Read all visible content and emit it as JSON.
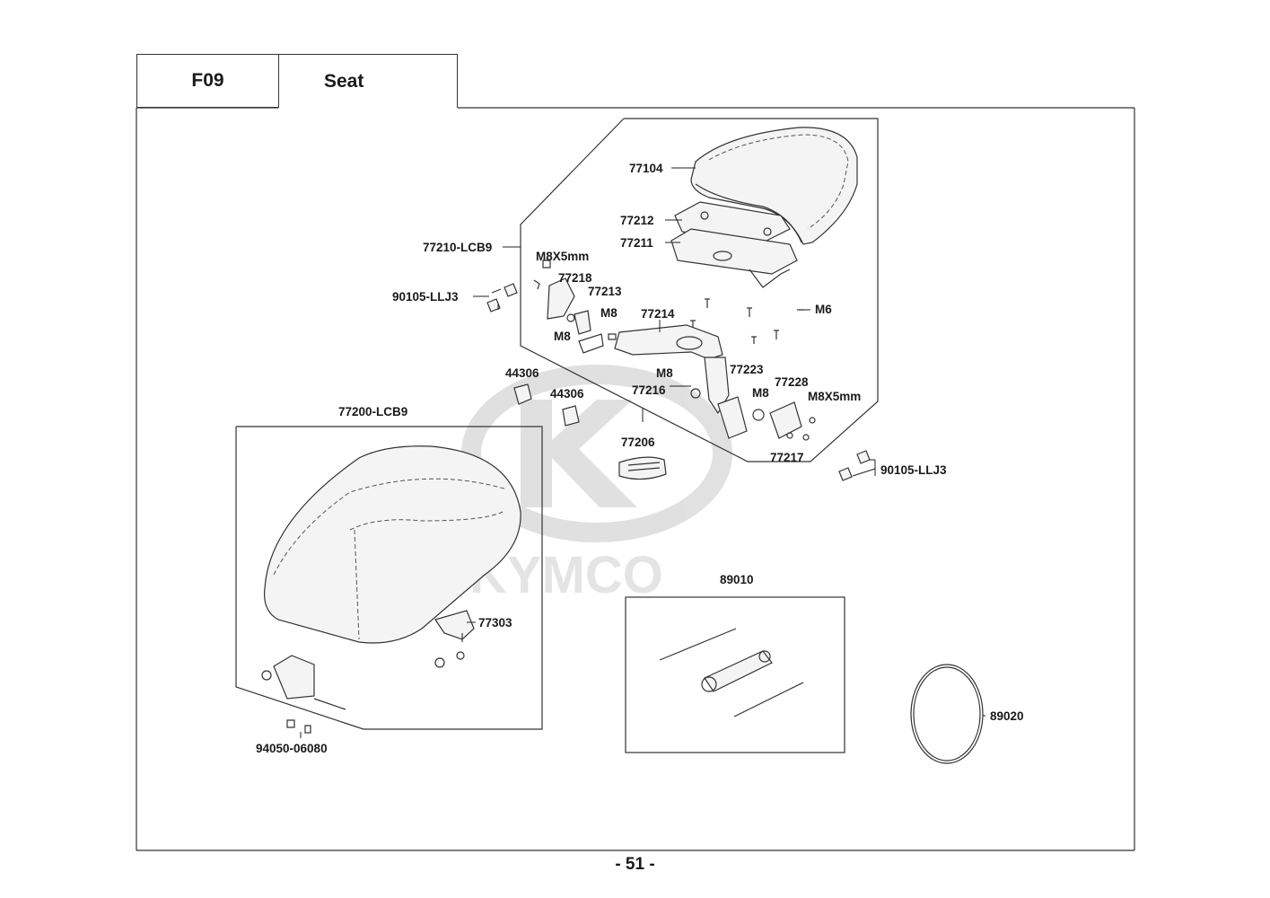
{
  "header": {
    "section_code": "F09",
    "section_title": "Seat"
  },
  "watermark": {
    "brand": "KYMCO"
  },
  "parts": {
    "p77104": "77104",
    "p77212": "77212",
    "p77211": "77211",
    "p77210": "77210-LCB9",
    "m8x5_top": "M8X5mm",
    "p77218": "77218",
    "p90105_left": "90105-LLJ3",
    "p77213": "77213",
    "m8_a": "M8",
    "m8_b": "M8",
    "p77214": "77214",
    "m6": "M6",
    "p44306_a": "44306",
    "p44306_b": "44306",
    "m8_c": "M8",
    "p77223": "77223",
    "p77216": "77216",
    "m8_d": "M8",
    "p77228": "77228",
    "m8x5_right": "M8X5mm",
    "p77200": "77200-LCB9",
    "p77206": "77206",
    "p77217": "77217",
    "p90105_right": "90105-LLJ3",
    "p89010": "89010",
    "p77303": "77303",
    "p89020": "89020",
    "p94050": "94050-06080"
  },
  "footer": {
    "page_number": "- 51 -"
  }
}
